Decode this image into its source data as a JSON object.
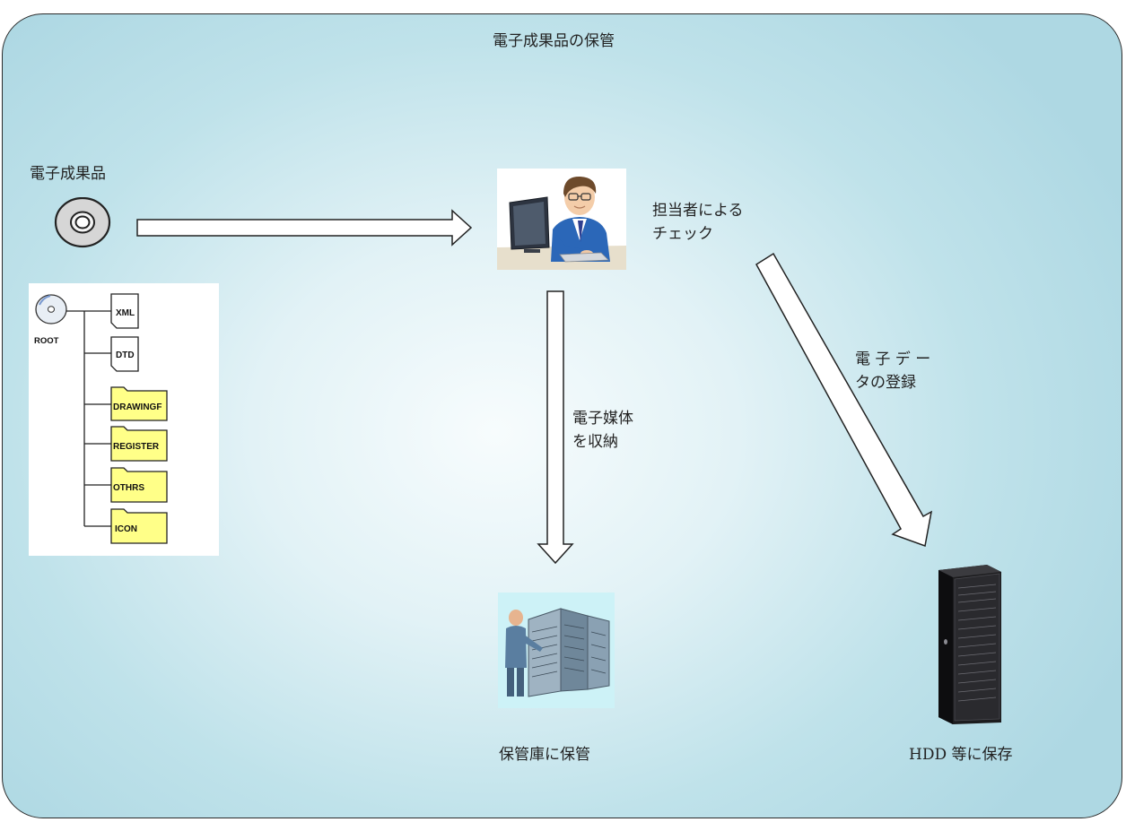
{
  "diagram": {
    "title": "電子成果品の保管",
    "source_label": "電子成果品",
    "check_label": "担当者による\nチェック",
    "register_label": "電 子 デ ー\nタの登録",
    "store_media_label": "電子媒体\nを収納",
    "cabinet_label": "保管庫に保管",
    "hdd_label": "HDD 等に保存",
    "folder_tree": {
      "root_label": "ROOT",
      "files": [
        "XML",
        "DTD"
      ],
      "folders": [
        "DRAWINGF",
        "REGISTER",
        "OTHRS",
        "ICON"
      ]
    }
  },
  "colors": {
    "frame_edge": "#aed8e3",
    "frame_center": "#f7fcfd",
    "folder_fill": "#ffff88",
    "arrow_fill": "#ffffff"
  },
  "icons": [
    "cd-disc-icon",
    "person-at-computer-icon",
    "person-server-cabinet-icon",
    "server-rack-icon",
    "folder-tree-icon"
  ]
}
